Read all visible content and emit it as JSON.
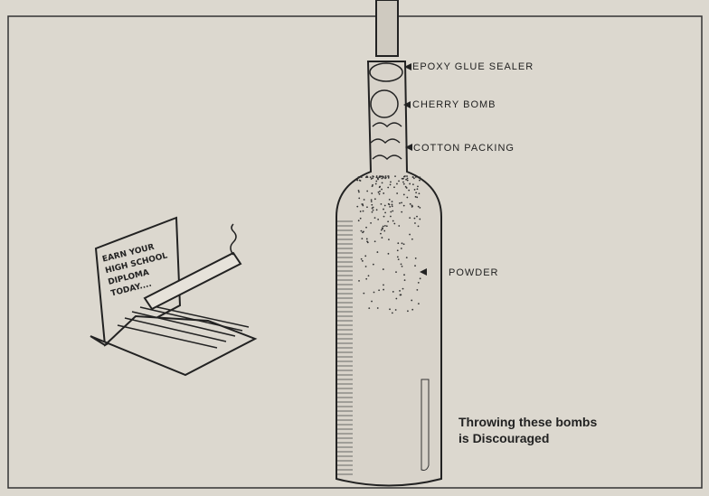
{
  "labels": {
    "epoxy": "EPOXY GLUE SEALER",
    "cherry": "CHERRY BOMB",
    "cotton": "COTTON PACKING",
    "powder": "POWDER"
  },
  "caption": [
    "Throwing these bombs",
    "is Discouraged"
  ],
  "matchbook_text": [
    "EARN YOUR",
    "HIGH SCHOOL",
    "DIPLOMA",
    "TODAY...."
  ]
}
